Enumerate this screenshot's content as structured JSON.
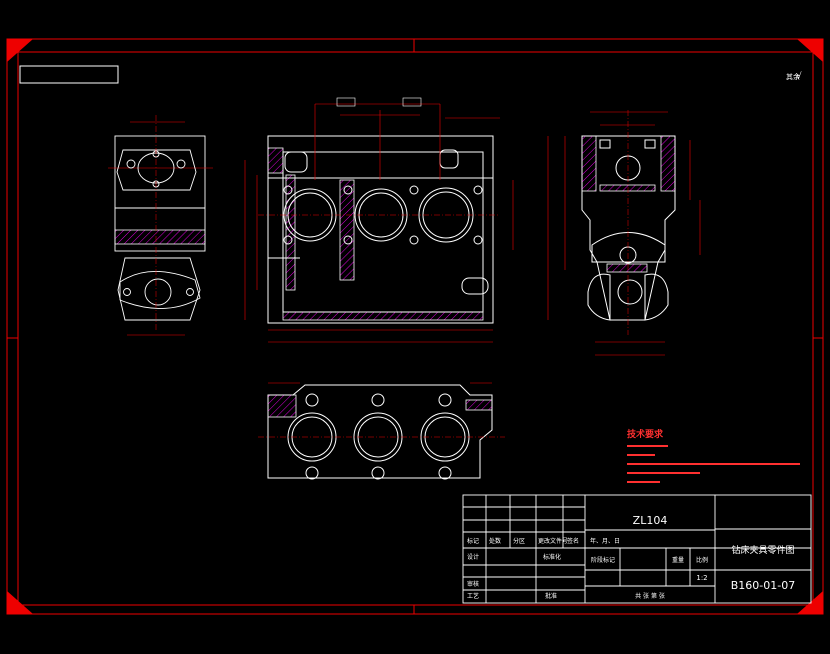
{
  "drawing": {
    "colors": {
      "background": "#000000",
      "frame": "#e00000",
      "lines": "#ffffff",
      "dimensions": "#e00000",
      "hatch": "#d000d0",
      "notes": "#ff2020"
    },
    "roughness_mark": "√",
    "title_block": {
      "material": "ZL104",
      "title": "钻床夹具零件图",
      "scale": "1:2",
      "drawing_no": "B160-01-07",
      "row_labels": [
        "标记",
        "处数",
        "分区",
        "更改文件号",
        "签名",
        "年、月、日"
      ],
      "design": "设计",
      "standardize": "标准化",
      "stage_mark": "阶段标记",
      "weight": "重量",
      "scale_label": "比例",
      "review": "审核",
      "process": "工艺",
      "approve": "批准",
      "sheets": "共  张  第  张"
    },
    "notes_title": "技术要求"
  }
}
